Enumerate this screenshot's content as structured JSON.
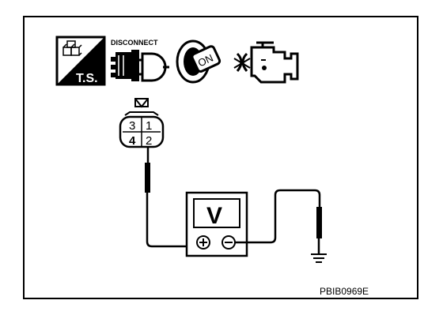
{
  "icons": {
    "ts_label": "T.S.",
    "disconnect_label": "DISCONNECT",
    "ignition_label": "ON"
  },
  "connector": {
    "terminals": [
      "3",
      "1",
      "4",
      "2"
    ]
  },
  "meter": {
    "label": "V"
  },
  "figure_code": "PBIB0969E",
  "colors": {
    "line": "#000000",
    "fill_dark": "#000000",
    "fill_light": "#ffffff"
  }
}
